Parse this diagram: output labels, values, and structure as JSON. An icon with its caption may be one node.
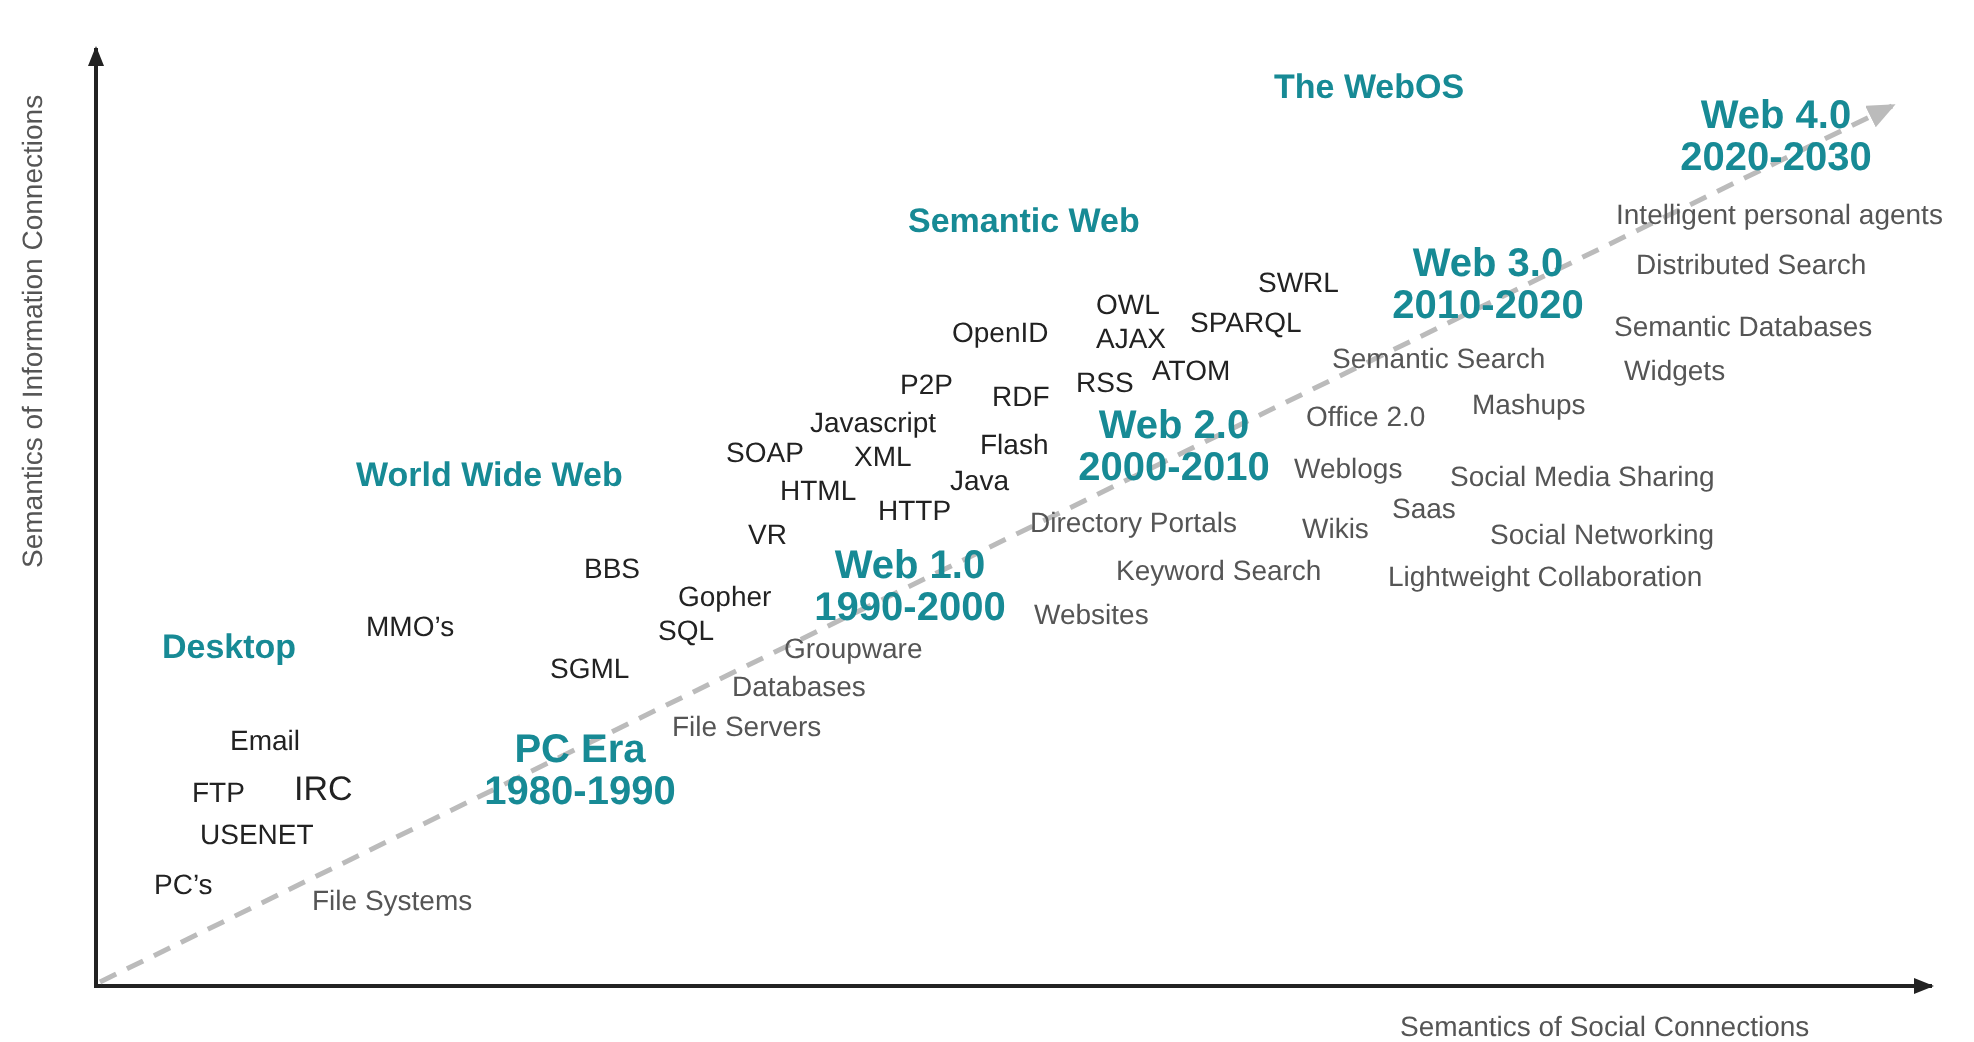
{
  "diagram": {
    "labels": [
      "Semantics of Information Connections",
      "The WebOS",
      "Web 4.0 2020-2030",
      "Semantic Web",
      "Intelligent personal agents",
      "Distributed Search",
      "SWRL",
      "OWL",
      "Web 3.0 2010-2020",
      "OpenID",
      "AJAX",
      "SPARQL",
      "Semantic Databases",
      "RSS",
      "ATOM",
      "Semantic Search",
      "Widgets",
      "P2P",
      "RDF",
      "Javascript",
      "Office 2.0",
      "Mashups",
      "Web 2.0 2000-2010",
      "SOAP",
      "XML",
      "Flash",
      "World Wide Web",
      "HTML",
      "Java",
      "Weblogs",
      "Social Media Sharing",
      "VR",
      "HTTP",
      "Directory Portals",
      "Wikis",
      "Saas",
      "Social Networking",
      "BBS",
      "Keyword Search",
      "Lightweight Collaboration",
      "Gopher",
      "Web 1.0 1990-2000",
      "MMO’s",
      "SQL",
      "Websites",
      "Desktop",
      "Groupware",
      "SGML",
      "Databases",
      "File Servers",
      "Email",
      "PC Era 1980-1990",
      "FTP",
      "IRC",
      "USENET",
      "PC’s",
      "File Systems",
      "Semantics of Social Connections"
    ]
  }
}
